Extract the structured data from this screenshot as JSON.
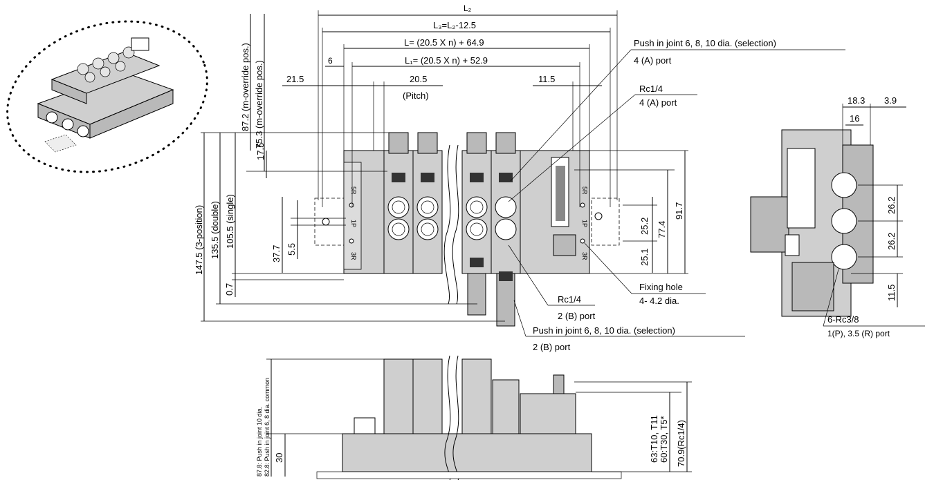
{
  "dims_top": {
    "L2": "L₂",
    "L3": "L₃=L₂-12.5",
    "L": "L= (20.5 X n) + 64.9",
    "L1": "L₁= (20.5 X n) + 52.9",
    "six": "6",
    "d21_5": "21.5",
    "pitch_val": "20.5",
    "pitch_label": "(Pitch)",
    "d11_5": "11.5"
  },
  "dims_left": {
    "h87_2": "87.2 (m-override pos.)",
    "h75_3": "75.3 (m-override pos.)",
    "h147_5": "147.5 (3-position)",
    "h135_5": "135.5 (double)",
    "h105_5": "105.5 (single)",
    "h17_5": "17.5",
    "h37_7": "37.7",
    "h5_5": "5.5",
    "h0_7": "0.7"
  },
  "dims_right": {
    "v25_2": "25.2",
    "v77_4": "77.4",
    "v91_7": "91.7",
    "v25_1": "25.1"
  },
  "callouts": {
    "push_top": "Push in joint 6, 8, 10 dia. (selection)",
    "port4a_1": "4 (A) port",
    "rc_top": "Rc1/4",
    "port4a_2": "4 (A) port",
    "fixing_hole": "Fixing hole",
    "fixing_spec": "4- 4.2 dia.",
    "rc_bottom": "Rc1/4",
    "port2b_1": "2 (B) port",
    "push_bottom": "Push in joint 6, 8, 10 dia. (selection)",
    "port2b_2": "2 (B) port"
  },
  "side_view": {
    "w18_3": "18.3",
    "w3_9": "3.9",
    "w16": "16",
    "h26_2a": "26.2",
    "h26_2b": "26.2",
    "h11_5": "11.5",
    "rc38": "6-Rc3/8",
    "ports": "1(P), 3.5 (R) port"
  },
  "bottom_view": {
    "note1": "87.8: Push in joint 10 dia.",
    "note2": "82.8: Push in joint 6, 8 dia. common",
    "h30": "30",
    "h63": "63:T10, T11",
    "h60": "60:T30, T5*",
    "h70_9": "70.9(Rc1/4)"
  },
  "plate_marks": {
    "r5": "5R",
    "p1": "1P",
    "r3": "3R"
  }
}
